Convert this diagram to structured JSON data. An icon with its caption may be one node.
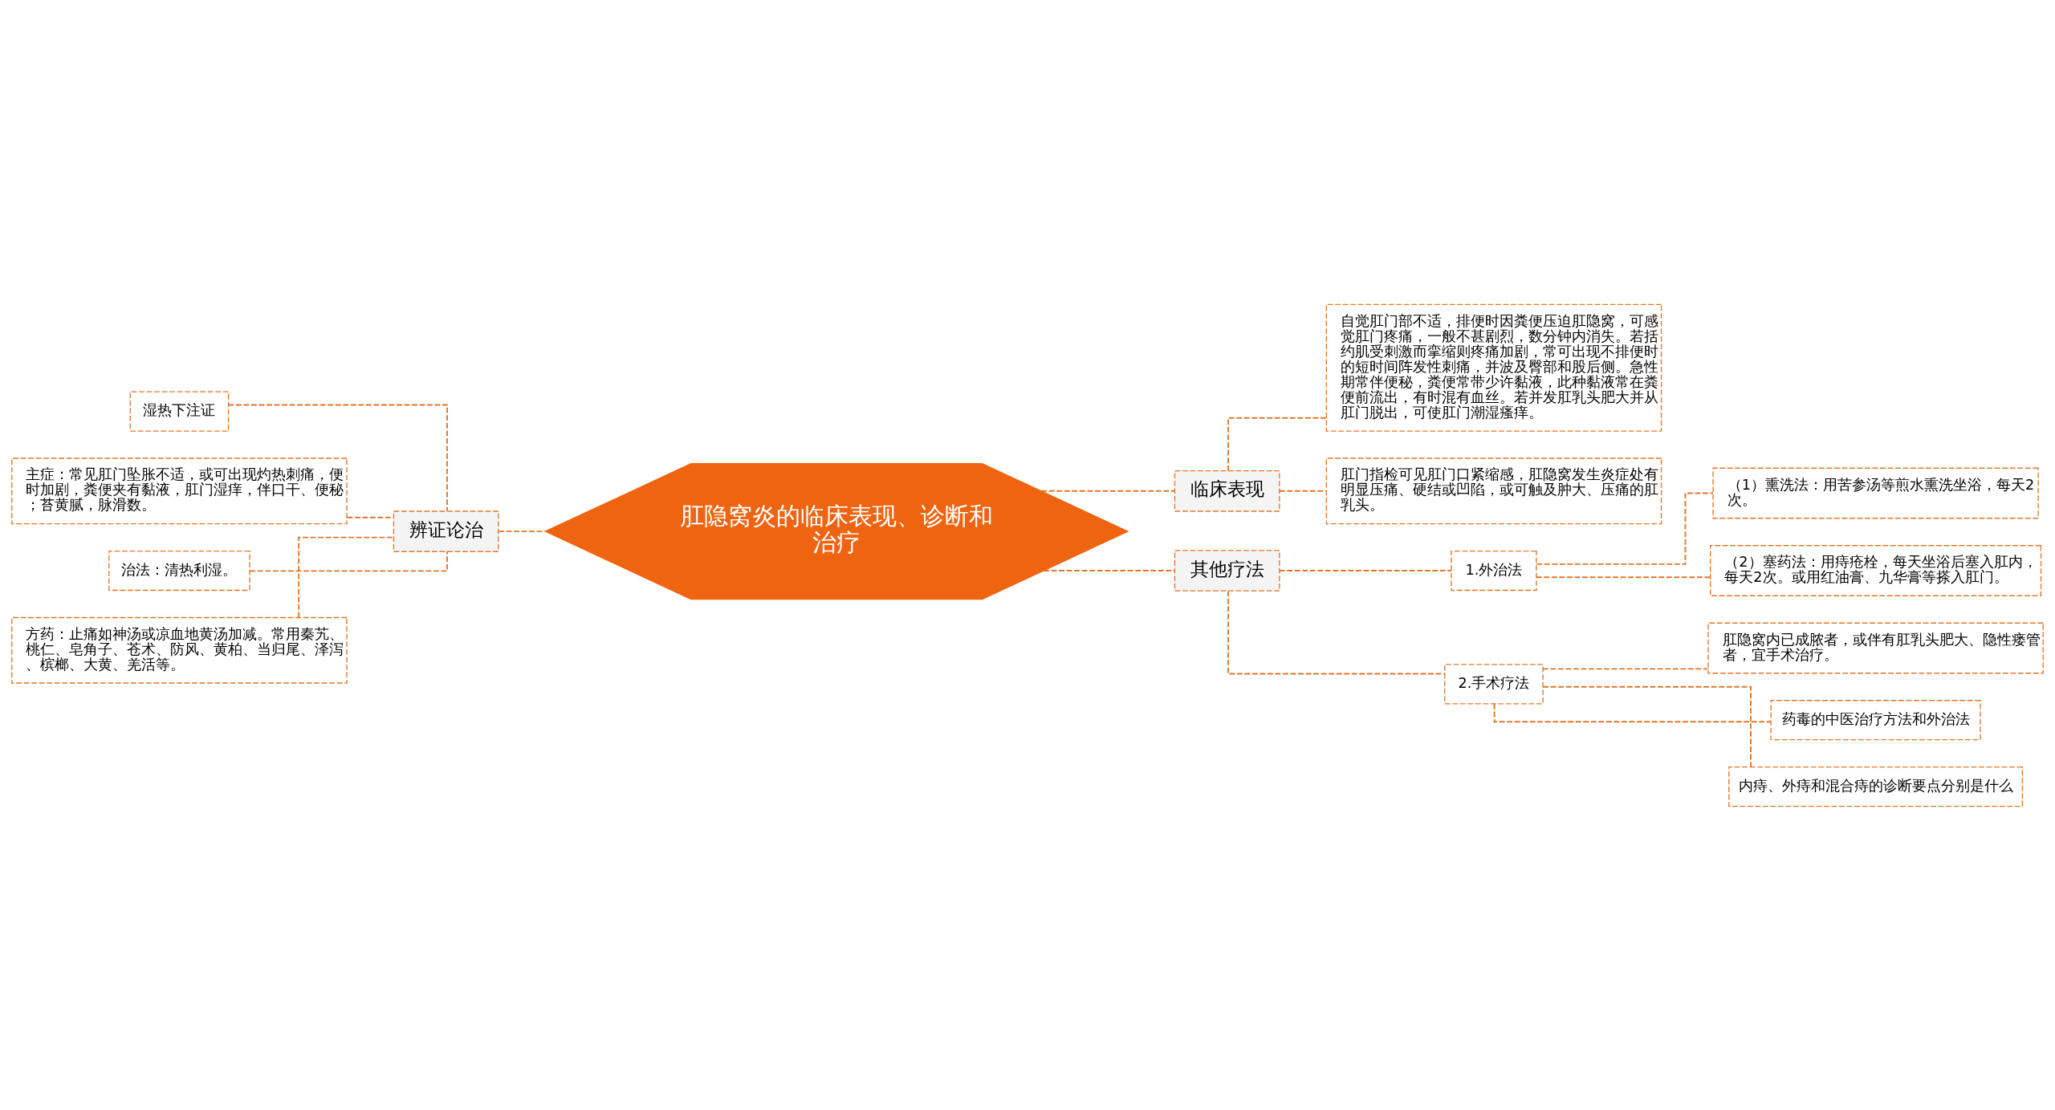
{
  "diagram": {
    "nodes": [
      {
        "text": [
          "肛隐窝炎的临床表现、诊断和治疗"
        ]
      },
      {
        "text": [
          "辨证论治"
        ]
      },
      {
        "text": [
          "湿热下注证"
        ]
      },
      {
        "text": [
          "主症：常见肛门坠胀不适，或可出现灼热刺痛，便时加剧，粪便夹有黏液，肛门湿痒，伴口干、便秘；苔黄腻，脉滑数。"
        ]
      },
      {
        "text": [
          "治法：清热利湿。"
        ]
      },
      {
        "text": [
          "方药：止痛如神汤或凉血地黄汤加减。常用秦艽、桃仁、皂角子、苍术、防风、黄柏、当归尾、泽泻、槟榔、大黄、羌活等。"
        ]
      },
      {
        "text": [
          "临床表现"
        ]
      },
      {
        "text": [
          "自觉肛门部不适，排便时因粪便压迫肛隐窝，可感觉肛门疼痛，一般不甚剧烈，数分钟内消失。若括约肌受刺激而挛缩则疼痛加剧，常可出现不排便时的短时间阵发性刺痛，并波及臀部和股后侧。急性期常伴便秘，粪便常带少许黏液，此种黏液常在粪便前流出，有时混有血丝。若并发肛乳头肥大并从肛门脱出，可使肛门潮湿瘙痒。"
        ]
      },
      {
        "text": [
          "肛门指检可见肛门口紧缩感，肛隐窝发生炎症处有明显压痛、硬结或凹陷，或可触及肿大、压痛的肛乳头。"
        ]
      },
      {
        "text": [
          "其他疗法"
        ]
      },
      {
        "text": [
          "1.外治法"
        ]
      },
      {
        "text": [
          "（1）熏洗法：用苦参汤等煎水熏洗坐浴，每天2次。"
        ]
      },
      {
        "text": [
          "（2）塞药法：用痔疮栓，每天坐浴后塞入肛内，每天2次。或用红油膏、九华膏等搽入肛门。"
        ]
      },
      {
        "text": [
          "2.手术疗法"
        ]
      },
      {
        "text": [
          "肛隐窝内已成脓者，或伴有肛乳头肥大、隐性瘘管者，宜手术治疗。"
        ]
      },
      {
        "text": [
          "药毒的中医治疗方法和外治法"
        ]
      },
      {
        "text": [
          "内痔、外痔和混合痔的诊断要点分别是什么"
        ]
      }
    ],
    "edges": [
      {
        "from": 0,
        "to": 1,
        "arrow": "none",
        "style": "dashed"
      },
      {
        "from": 1,
        "to": 2,
        "arrow": "none",
        "style": "dashed"
      },
      {
        "from": 1,
        "to": 3,
        "arrow": "none",
        "style": "dashed"
      },
      {
        "from": 1,
        "to": 4,
        "arrow": "none",
        "style": "dashed"
      },
      {
        "from": 1,
        "to": 5,
        "arrow": "none",
        "style": "dashed"
      },
      {
        "from": 0,
        "to": 6,
        "arrow": "none",
        "style": "dashed"
      },
      {
        "from": 6,
        "to": 7,
        "arrow": "none",
        "style": "dashed"
      },
      {
        "from": 6,
        "to": 8,
        "arrow": "none",
        "style": "dashed"
      },
      {
        "from": 0,
        "to": 9,
        "arrow": "none",
        "style": "dashed"
      },
      {
        "from": 9,
        "to": 10,
        "arrow": "none",
        "style": "dashed"
      },
      {
        "from": 10,
        "to": 11,
        "arrow": "none",
        "style": "dashed"
      },
      {
        "from": 10,
        "to": 12,
        "arrow": "none",
        "style": "dashed"
      },
      {
        "from": 9,
        "to": 13,
        "arrow": "none",
        "style": "dashed"
      },
      {
        "from": 13,
        "to": 14,
        "arrow": "none",
        "style": "dashed"
      },
      {
        "from": 13,
        "to": 15,
        "arrow": "none",
        "style": "dashed"
      },
      {
        "from": 13,
        "to": 16,
        "arrow": "none",
        "style": "dashed"
      }
    ]
  }
}
